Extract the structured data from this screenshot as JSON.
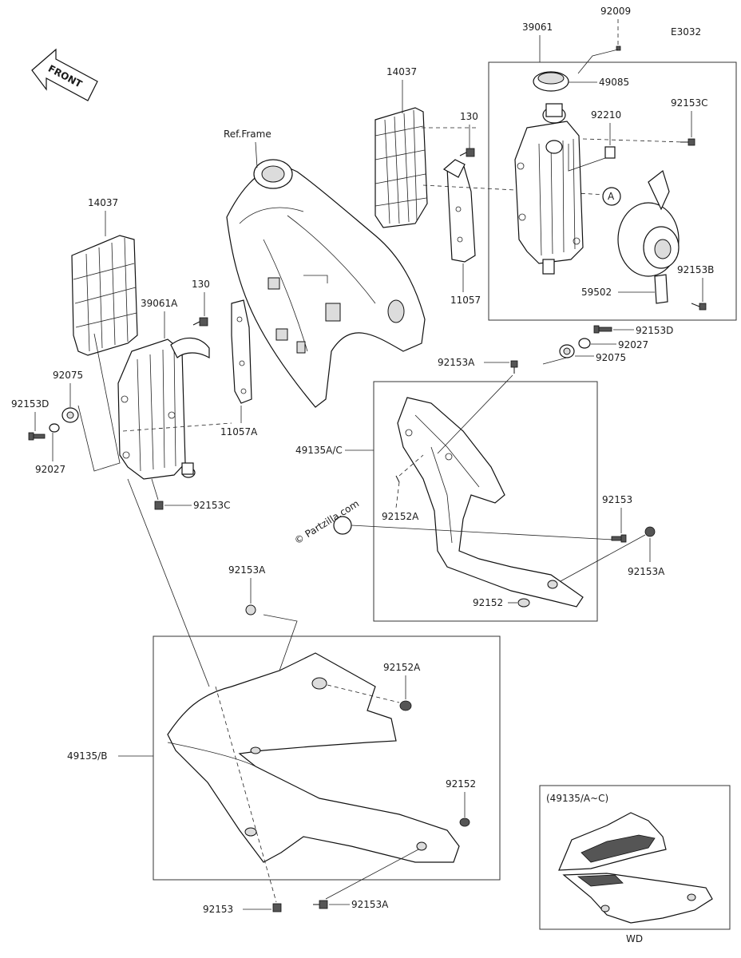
{
  "diagram_code": "E3032",
  "front_label": "FRONT",
  "watermark": "© Partzilla.com",
  "ref_frame": "Ref.Frame",
  "callout_a": "A",
  "inset": {
    "title": "(49135/A~C)",
    "caption": "WD"
  },
  "labels": {
    "p92009": "92009",
    "p39061": "39061",
    "p49085": "49085",
    "p14037_top": "14037",
    "p130_top": "130",
    "p92210": "92210",
    "p92153C_top": "92153C",
    "p11057": "11057",
    "p59502": "59502",
    "p92153B": "92153B",
    "p92153D_right": "92153D",
    "p92027_right": "92027",
    "p92075_right": "92075",
    "p14037_left": "14037",
    "p130_left": "130",
    "p39061A": "39061A",
    "p11057A": "11057A",
    "p92075_left": "92075",
    "p92153D_left": "92153D",
    "p92027_left": "92027",
    "p92153C_left": "92153C",
    "p92153A_mid": "92153A",
    "p49135AC": "49135A/C",
    "p92152A_mid": "92152A",
    "p92153_right": "92153",
    "p92153A_right": "92153A",
    "p92152_mid": "92152",
    "p92153A_low": "92153A",
    "p92152A_low": "92152A",
    "p49135B": "49135/B",
    "p92152_low": "92152",
    "p92153_bottom": "92153",
    "p92153A_bottom": "92153A"
  }
}
